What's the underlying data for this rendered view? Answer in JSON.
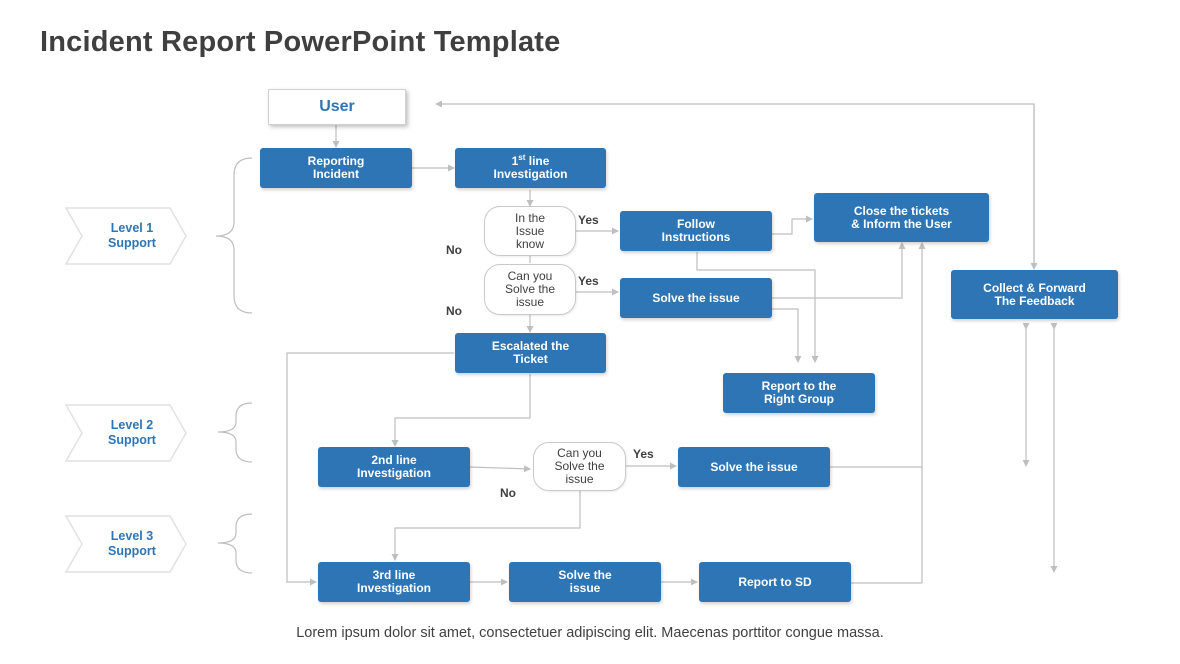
{
  "title": "Incident Report PowerPoint Template",
  "footer": "Lorem ipsum dolor sit amet, consectetuer adipiscing elit. Maecenas porttitor congue massa.",
  "colors": {
    "box": "#2e75b6",
    "connector": "#bfbfbf",
    "text": "#404040"
  },
  "levels": [
    "Level 1\nSupport",
    "Level 2\nSupport",
    "Level 3\nSupport"
  ],
  "nodes": {
    "user": "User",
    "reporting": "Reporting\nIncident",
    "first_line": "line\nInvestigation",
    "first_line_ord": "1",
    "first_line_sup": "st",
    "follow": "Follow\nInstructions",
    "close": "Close the tickets\n& Inform the User",
    "solve1": "Solve the issue",
    "escalated": "Escalated the\nTicket",
    "report_right": "Report to the\nRight Group",
    "collect": "Collect & Forward\nThe Feedback",
    "second_line": "2nd line\nInvestigation",
    "solve2": "Solve the issue",
    "third_line": "3rd line\nInvestigation",
    "solve3": "Solve the\nissue",
    "report_sd": "Report to SD"
  },
  "decisions": {
    "issue_know": "In the\nIssue\nknow",
    "can_solve1": "Can you\nSolve the\nissue",
    "can_solve2": "Can you\nSolve the\nissue"
  },
  "labels": {
    "yes": "Yes",
    "no": "No"
  }
}
